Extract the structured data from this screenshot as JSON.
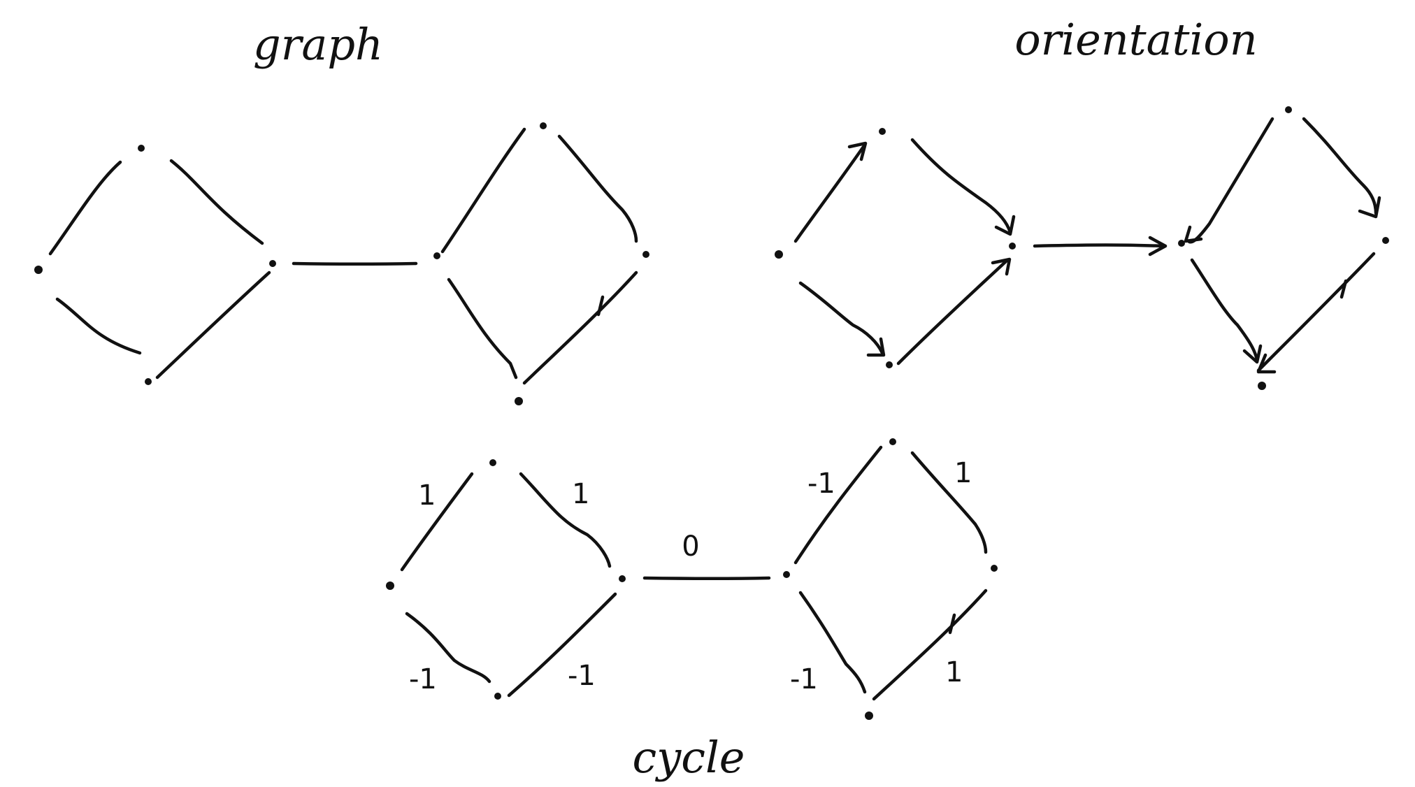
{
  "titles": {
    "graph": "graph",
    "orientation": "orientation",
    "cycle": "cycle"
  },
  "weights": {
    "e1": "1",
    "e2": "1",
    "e3": "-1",
    "e4": "-1",
    "bridge": "0",
    "e5": "-1",
    "e6": "1",
    "e7": "-1",
    "e8": "1"
  },
  "colors": {
    "ink": "#111111",
    "background": "#ffffff"
  }
}
